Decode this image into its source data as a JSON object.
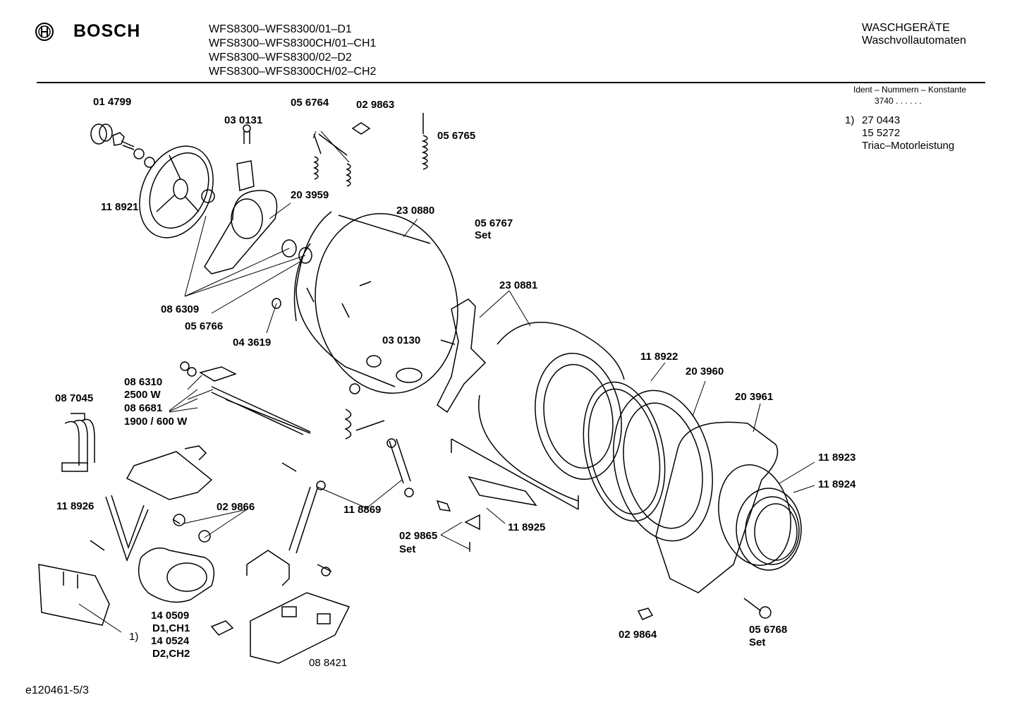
{
  "header": {
    "brand": "BOSCH",
    "models": [
      "WFS8300–WFS8300/01–D1",
      "WFS8300–WFS8300CH/01–CH1",
      "WFS8300–WFS8300/02–D2",
      "WFS8300–WFS8300CH/02–CH2"
    ],
    "category": "WASCHGERÄTE",
    "subcategory": "Waschvollautomaten"
  },
  "ident": {
    "title": "Ident – Nummern – Konstante",
    "value": "3740 . . . . . .",
    "note_marker": "1)",
    "note_lines": [
      "27 0443",
      "15 5272",
      "Triac–Motorleistung"
    ]
  },
  "parts": {
    "p014799": "01 4799",
    "p030131": "03 0131",
    "p056764": "05 6764",
    "p029863": "02 9863",
    "p056765": "05 6765",
    "p118921": "11 8921",
    "p203959": "20 3959",
    "p230880": "23 0880",
    "p056767": "05 6767",
    "p056767_set": "Set",
    "p086309": "08 6309",
    "p056766": "05 6766",
    "p043619": "04 3619",
    "p230881": "23 0881",
    "p030130": "03 0130",
    "p118922": "11 8922",
    "p203960": "20 3960",
    "p203961": "20 3961",
    "p086310": "08 6310",
    "w2500": "2500 W",
    "p086681": "08 6681",
    "w1900": "1900 / 600 W",
    "p087045": "08 7045",
    "p118923": "11 8923",
    "p118924": "11 8924",
    "p118926": "11 8926",
    "p029866": "02 9866",
    "p118869": "11 8869",
    "p118925": "11 8925",
    "p029865": "02 9865",
    "p029865_set": "Set",
    "p140509": "14 0509",
    "d1ch1": "D1,CH1",
    "p140524": "14 0524",
    "d2ch2": "D2,CH2",
    "note1": "1)",
    "p088421": "08 8421",
    "p029864": "02 9864",
    "p056768": "05 6768",
    "p056768_set": "Set"
  },
  "footer": {
    "code": "e120461-5/3"
  }
}
